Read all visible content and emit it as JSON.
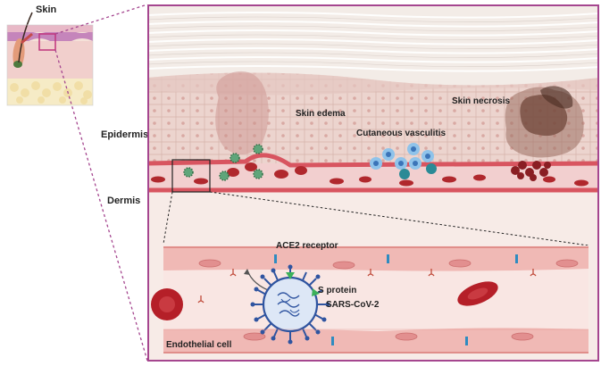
{
  "labels": {
    "skin": "Skin",
    "epidermis": "Epidermis",
    "dermis": "Dermis",
    "skin_edema": "Skin edema",
    "skin_necrosis": "Skin necrosis",
    "cutaneous_vasculitis": "Cutaneous vasculitis",
    "ace2_receptor": "ACE2 receptor",
    "s_protein": "S protein",
    "sars_cov_2": "SARS-CoV-2",
    "endothelial_cell": "Endothelial cell"
  },
  "colors": {
    "frame": "#a5468f",
    "skin_pink": "#e9b8c0",
    "epidermis_tissue": "#ecd2cc",
    "vessel_red": "#d85560",
    "rbc": "#b0282d",
    "virus_green": "#5fa57a",
    "virus_blue": "#2f54a0",
    "spike_green": "#3cb15a",
    "immune_blue": "#8fc3ea",
    "necrosis_brown": "#6b4234"
  },
  "icons": [
    "virus-icon",
    "red-blood-cell-icon",
    "immune-cell-icon",
    "ace2-receptor-icon",
    "hair-follicle-icon"
  ]
}
